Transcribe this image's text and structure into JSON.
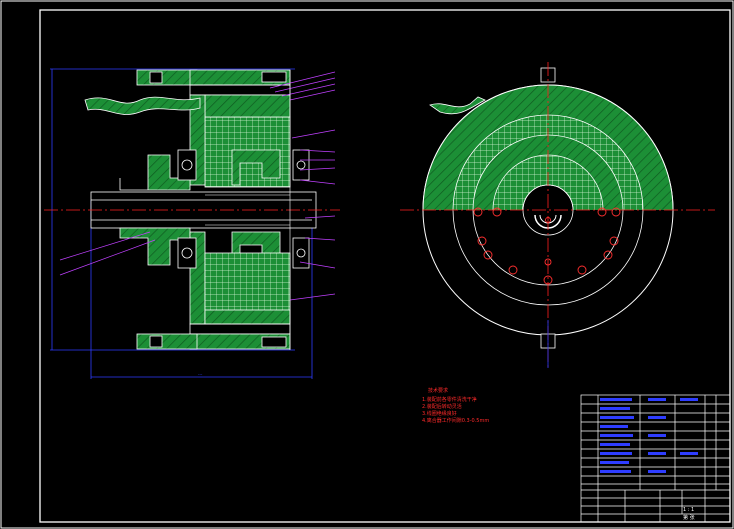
{
  "drawing": {
    "background": "#000000",
    "frame_color": "#ffffff",
    "hatch_color": "#1f9a3a",
    "grid_color": "#c9f5c9",
    "dimension_color": "#2e3dff",
    "centerline_color": "#ff2020",
    "leader_color": "#c040ff"
  },
  "notes": {
    "title": "技术要求",
    "lines": [
      "1.装配前各零件清洗干净",
      "2.装配后转动灵活",
      "3.线圈绝缘良好",
      "4.离合器工作间隙0.3-0.5mm"
    ]
  },
  "title_block": {
    "scale": "1 : 1",
    "sheet": "第 张"
  }
}
